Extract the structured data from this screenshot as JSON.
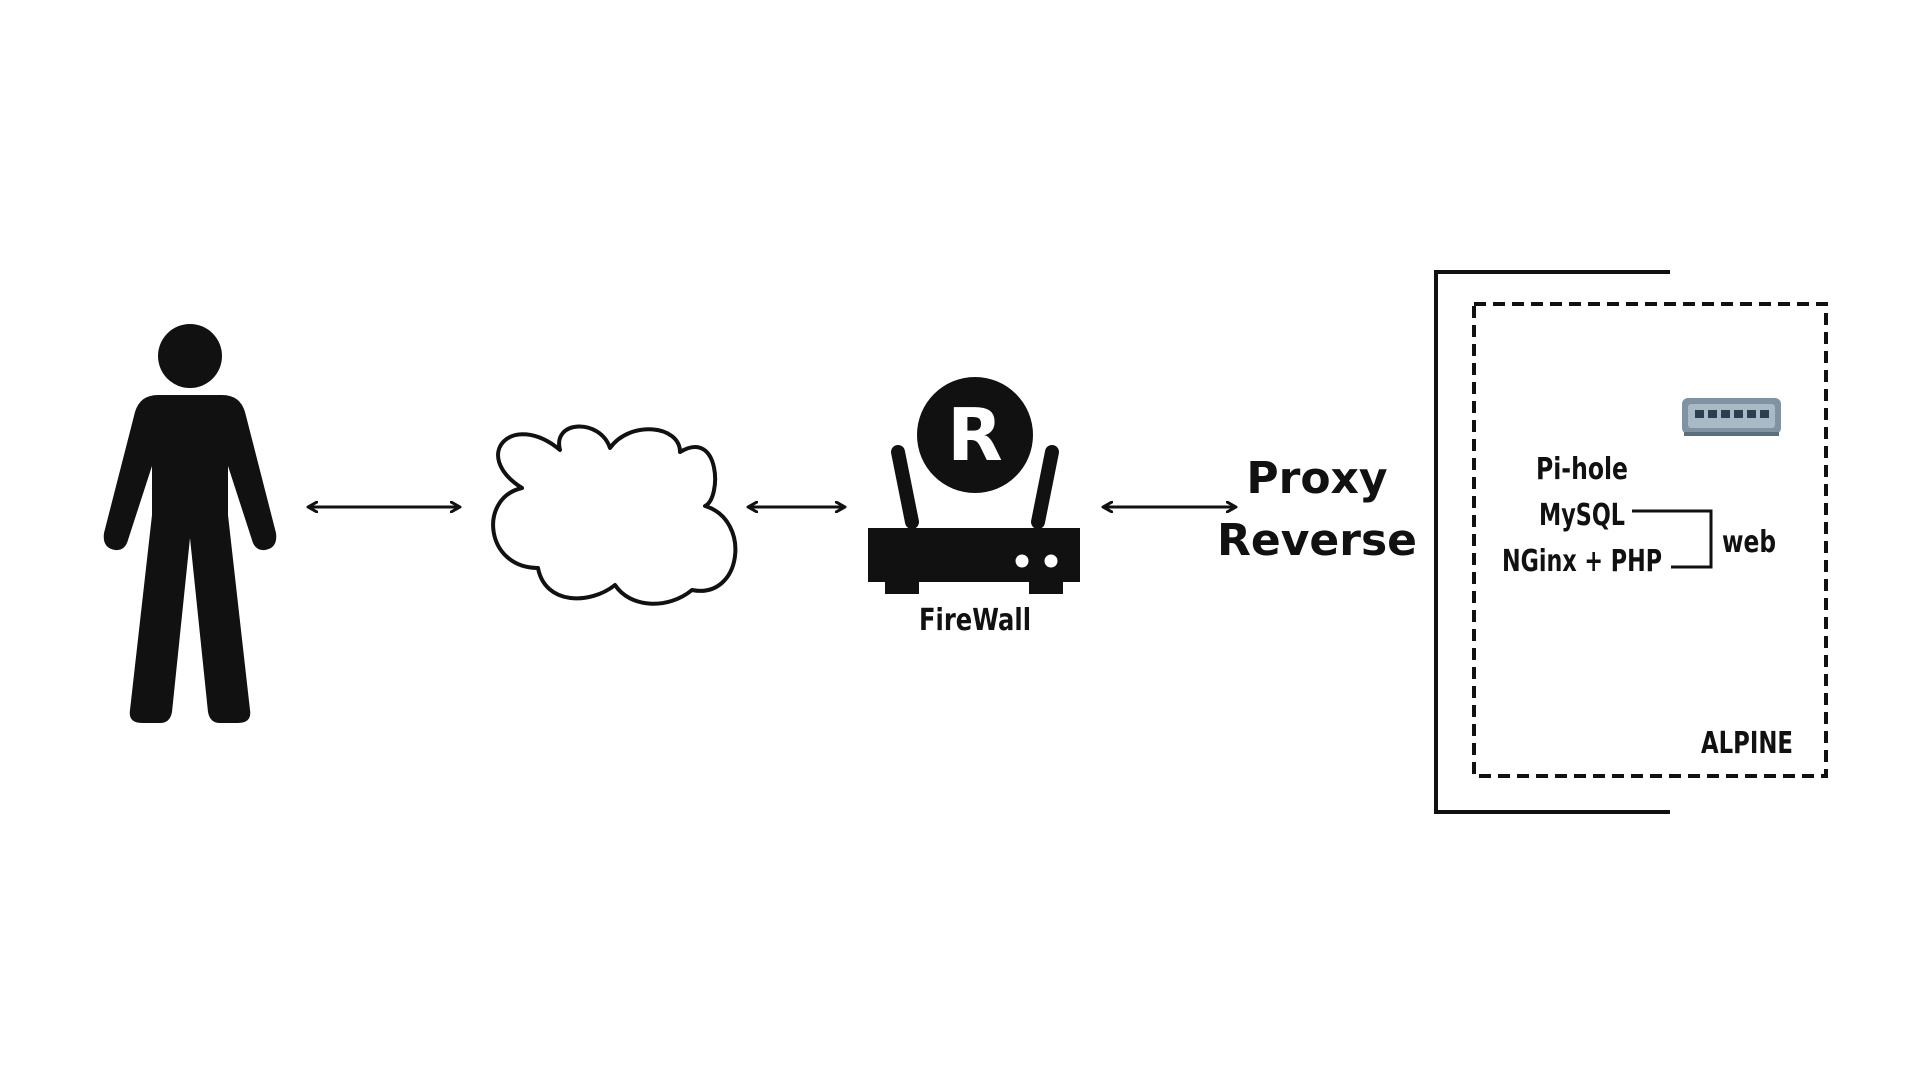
{
  "labels": {
    "firewall": "FireWall",
    "router_badge": "R",
    "proxy_line1": "Proxy",
    "proxy_line2": "Reverse",
    "services": [
      "Pi-hole",
      "MySQL",
      "NGinx + PHP"
    ],
    "web": "web",
    "container": "ALPINE"
  },
  "icons": {
    "user": "person-icon",
    "internet": "cloud-icon",
    "router": "router-icon",
    "switch": "network-switch-icon"
  },
  "colors": {
    "ink": "#111111",
    "switch_body": "#7f93a3",
    "switch_port": "#2c3e50"
  }
}
